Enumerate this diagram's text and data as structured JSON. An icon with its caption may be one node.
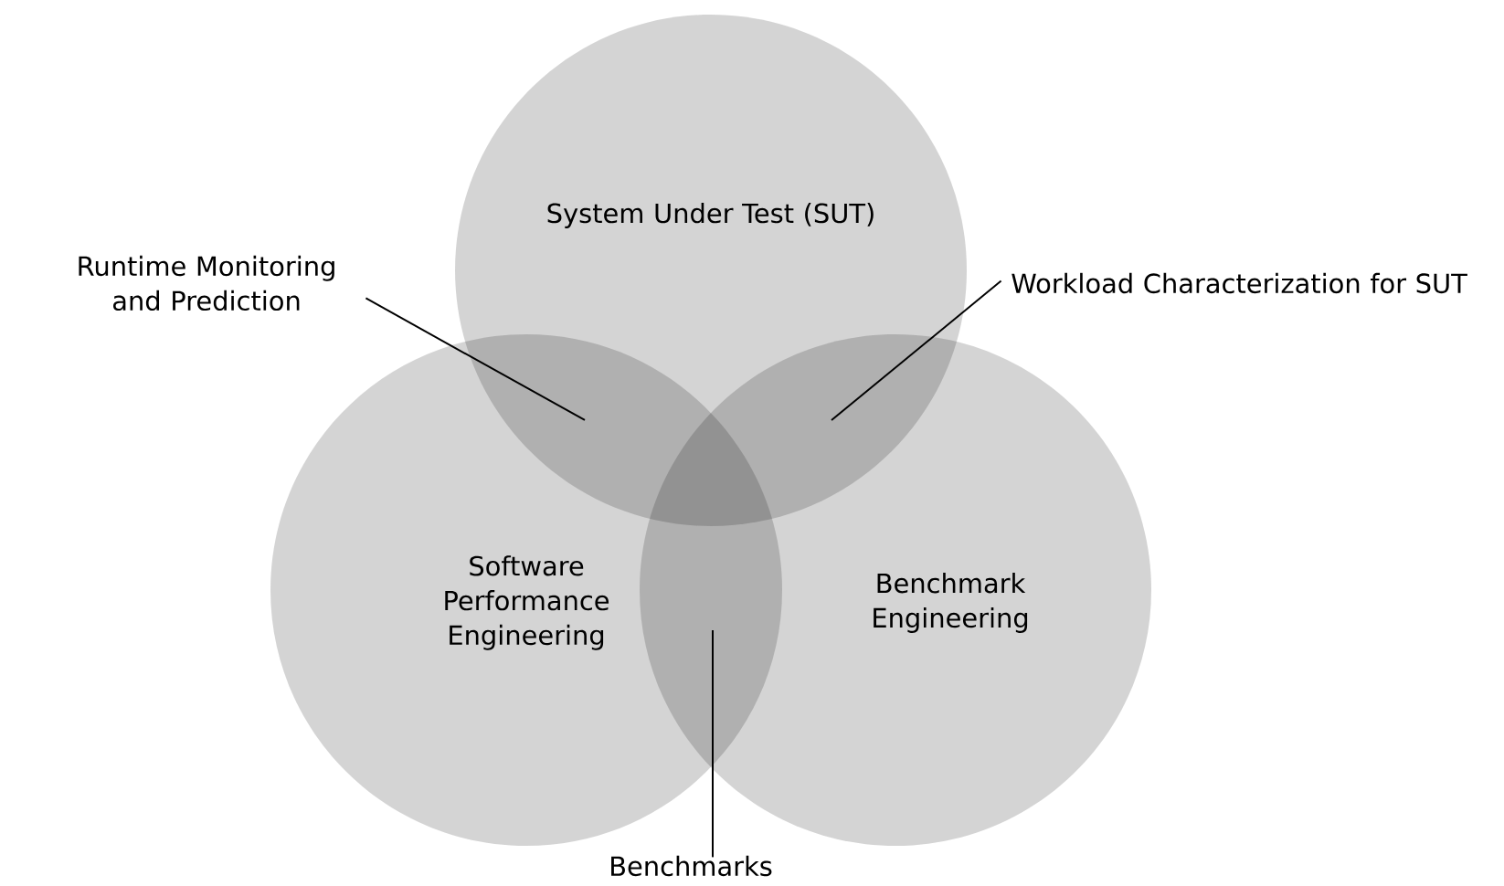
{
  "diagram": {
    "nodes": [
      {
        "text": [
          "System Under Test (SUT)"
        ]
      },
      {
        "text": [
          "Software Performance Engineering"
        ]
      },
      {
        "text": [
          "Benchmark Engineering"
        ]
      },
      {
        "text": [
          "Runtime Monitoring and Prediction"
        ]
      },
      {
        "text": [
          "Workload Characterization for SUT"
        ]
      },
      {
        "text": [
          "Benchmarks"
        ]
      }
    ],
    "edges": [
      {
        "from": 3,
        "to": 1,
        "arrow": "none"
      },
      {
        "from": 4,
        "to": 2,
        "arrow": "none"
      },
      {
        "from": 5,
        "to": 1,
        "arrow": "none"
      }
    ]
  }
}
